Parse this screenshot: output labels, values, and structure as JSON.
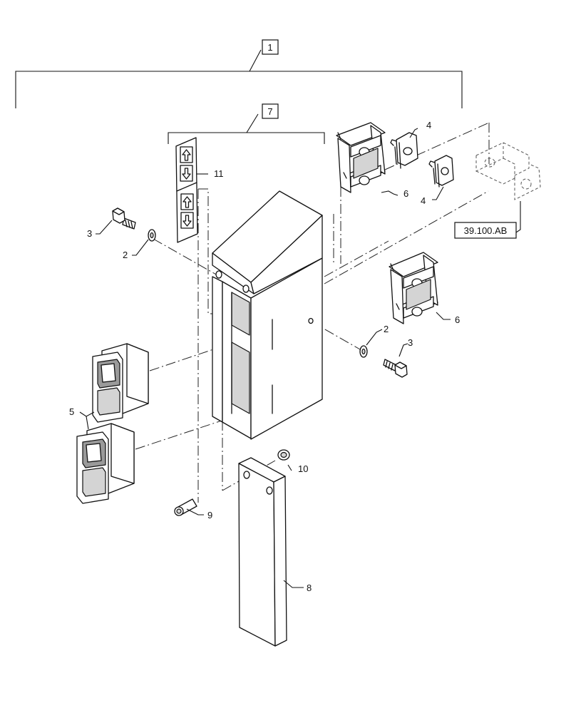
{
  "callouts": {
    "c1": "1",
    "c7": "7",
    "c2a": "2",
    "c2b": "2",
    "c3a": "3",
    "c3b": "3",
    "c4a": "4",
    "c4b": "4",
    "c5": "5",
    "c6a": "6",
    "c6b": "6",
    "c8": "8",
    "c9": "9",
    "c10": "10",
    "c11": "11"
  },
  "reference": "39.100.AB"
}
